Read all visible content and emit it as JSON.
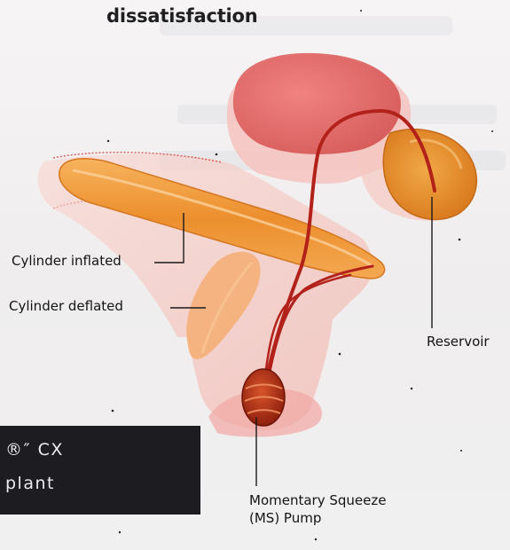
{
  "heading": "dissatisfaction",
  "labels": {
    "cylinder_inflated": "Cylinder inflated",
    "cylinder_deflated": "Cylinder deflated",
    "reservoir": "Reservoir",
    "pump": "Momentary Squeeze (MS) Pump"
  },
  "dark_box": {
    "line1": "®″ CX",
    "line2": "plant"
  },
  "colors": {
    "tissue_pink": "#f6b6ae",
    "cylinder_orange": "#f09a3a",
    "reservoir_orange": "#e98d2a",
    "tube_red": "#b3221a",
    "pump_red": "#b82d18"
  }
}
